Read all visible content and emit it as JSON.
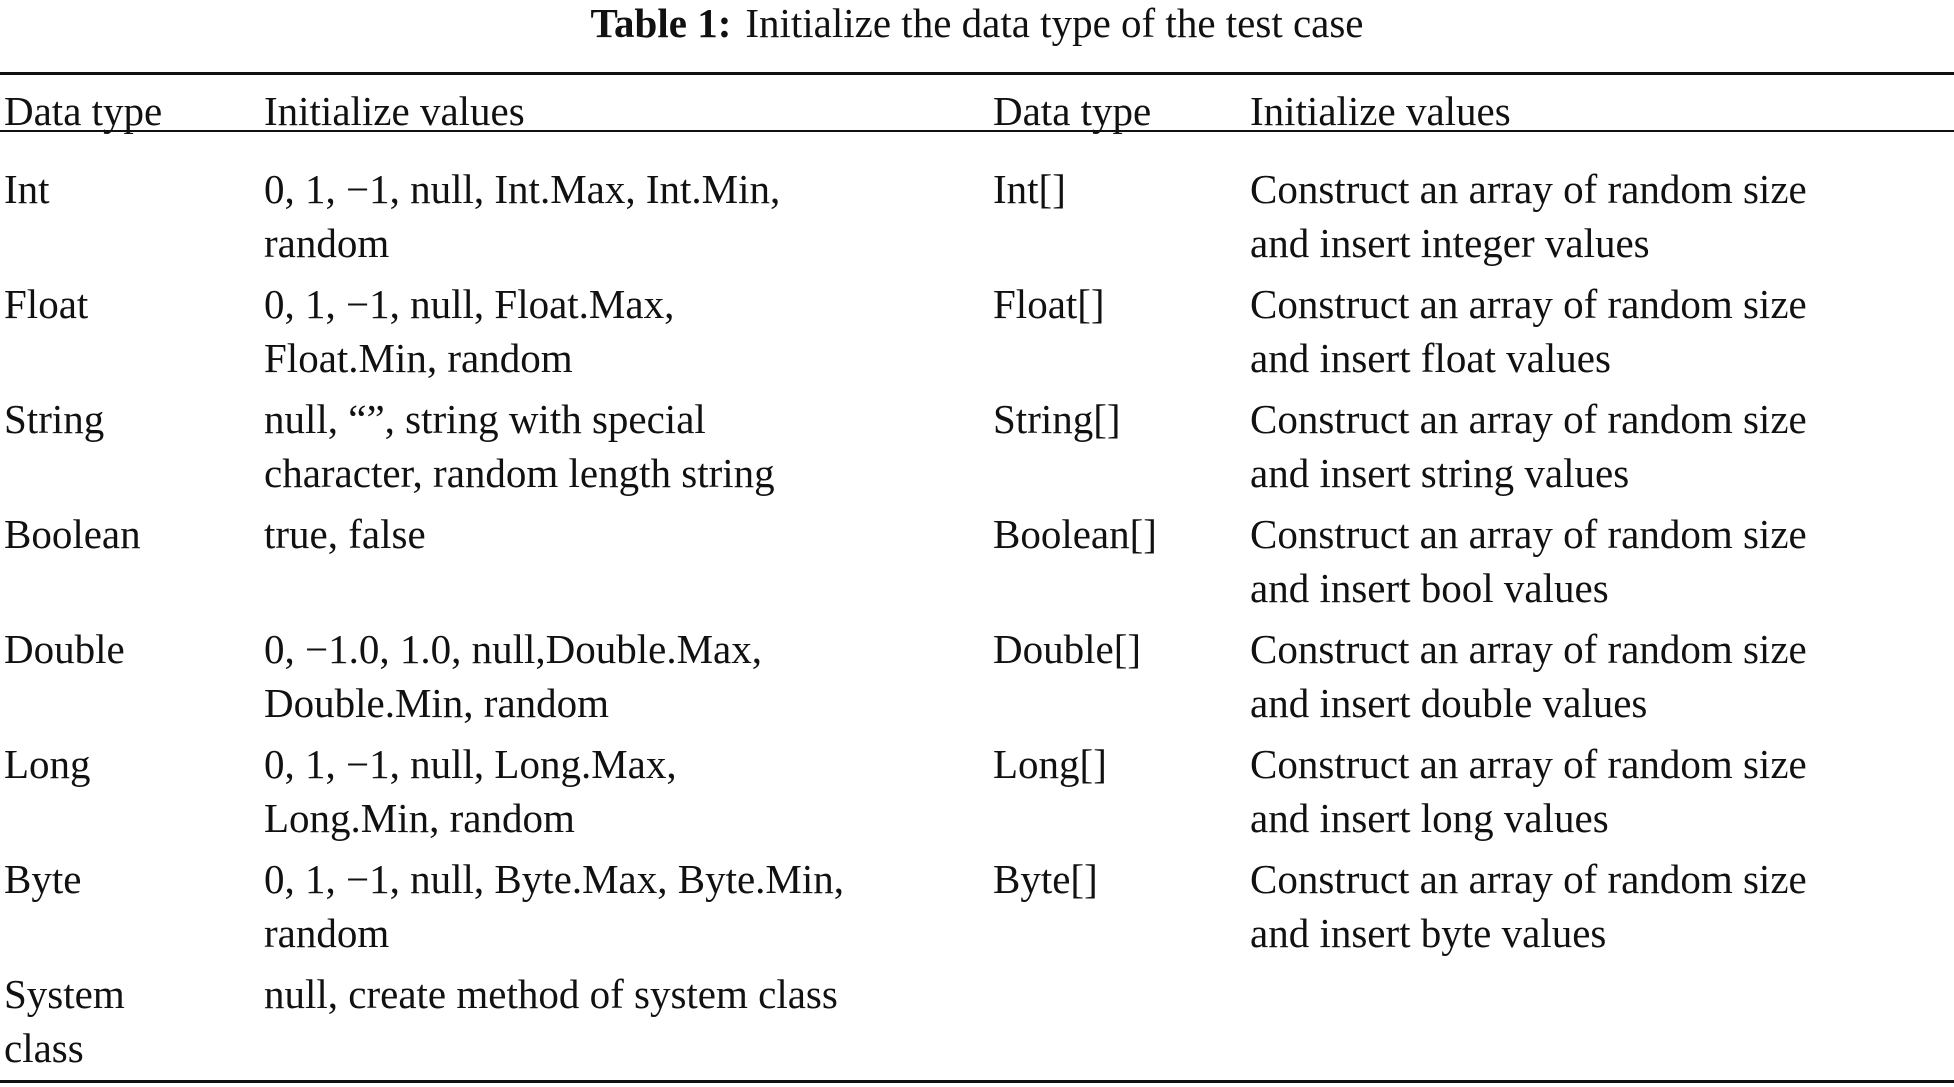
{
  "caption": {
    "label": "Table 1:",
    "text": "Initialize the data type of the test case"
  },
  "table": {
    "headers": [
      "Data type",
      "Initialize values",
      "Data type",
      "Initialize values"
    ],
    "rows": [
      {
        "type1": "Int",
        "values1": "0, 1, −1, null, Int.Max, Int.Min,\nrandom",
        "type2": "Int[]",
        "values2": "Construct an array of random size\nand insert integer values"
      },
      {
        "type1": "Float",
        "values1": "0, 1, −1, null, Float.Max,\nFloat.Min, random",
        "type2": "Float[]",
        "values2": "Construct an array of random size\nand insert float values"
      },
      {
        "type1": "String",
        "values1": "null, “”, string with special\ncharacter, random length string",
        "type2": "String[]",
        "values2": "Construct an array of random size\nand insert string values"
      },
      {
        "type1": "Boolean",
        "values1": "true, false",
        "type2": "Boolean[]",
        "values2": "Construct an array of random size\nand insert bool values"
      },
      {
        "type1": "Double",
        "values1": "0, −1.0, 1.0, null,Double.Max,\nDouble.Min, random",
        "type2": "Double[]",
        "values2": "Construct an array of random size\nand insert double values"
      },
      {
        "type1": "Long",
        "values1": "0, 1, −1, null, Long.Max,\nLong.Min, random",
        "type2": "Long[]",
        "values2": "Construct an array of random size\nand insert long values"
      },
      {
        "type1": "Byte",
        "values1": "0, 1, −1, null, Byte.Max, Byte.Min,\nrandom",
        "type2": "Byte[]",
        "values2": "Construct an array of random size\nand insert byte values"
      },
      {
        "type1": "System\nclass",
        "values1": "null, create method of system class",
        "type2": "",
        "values2": ""
      }
    ]
  }
}
